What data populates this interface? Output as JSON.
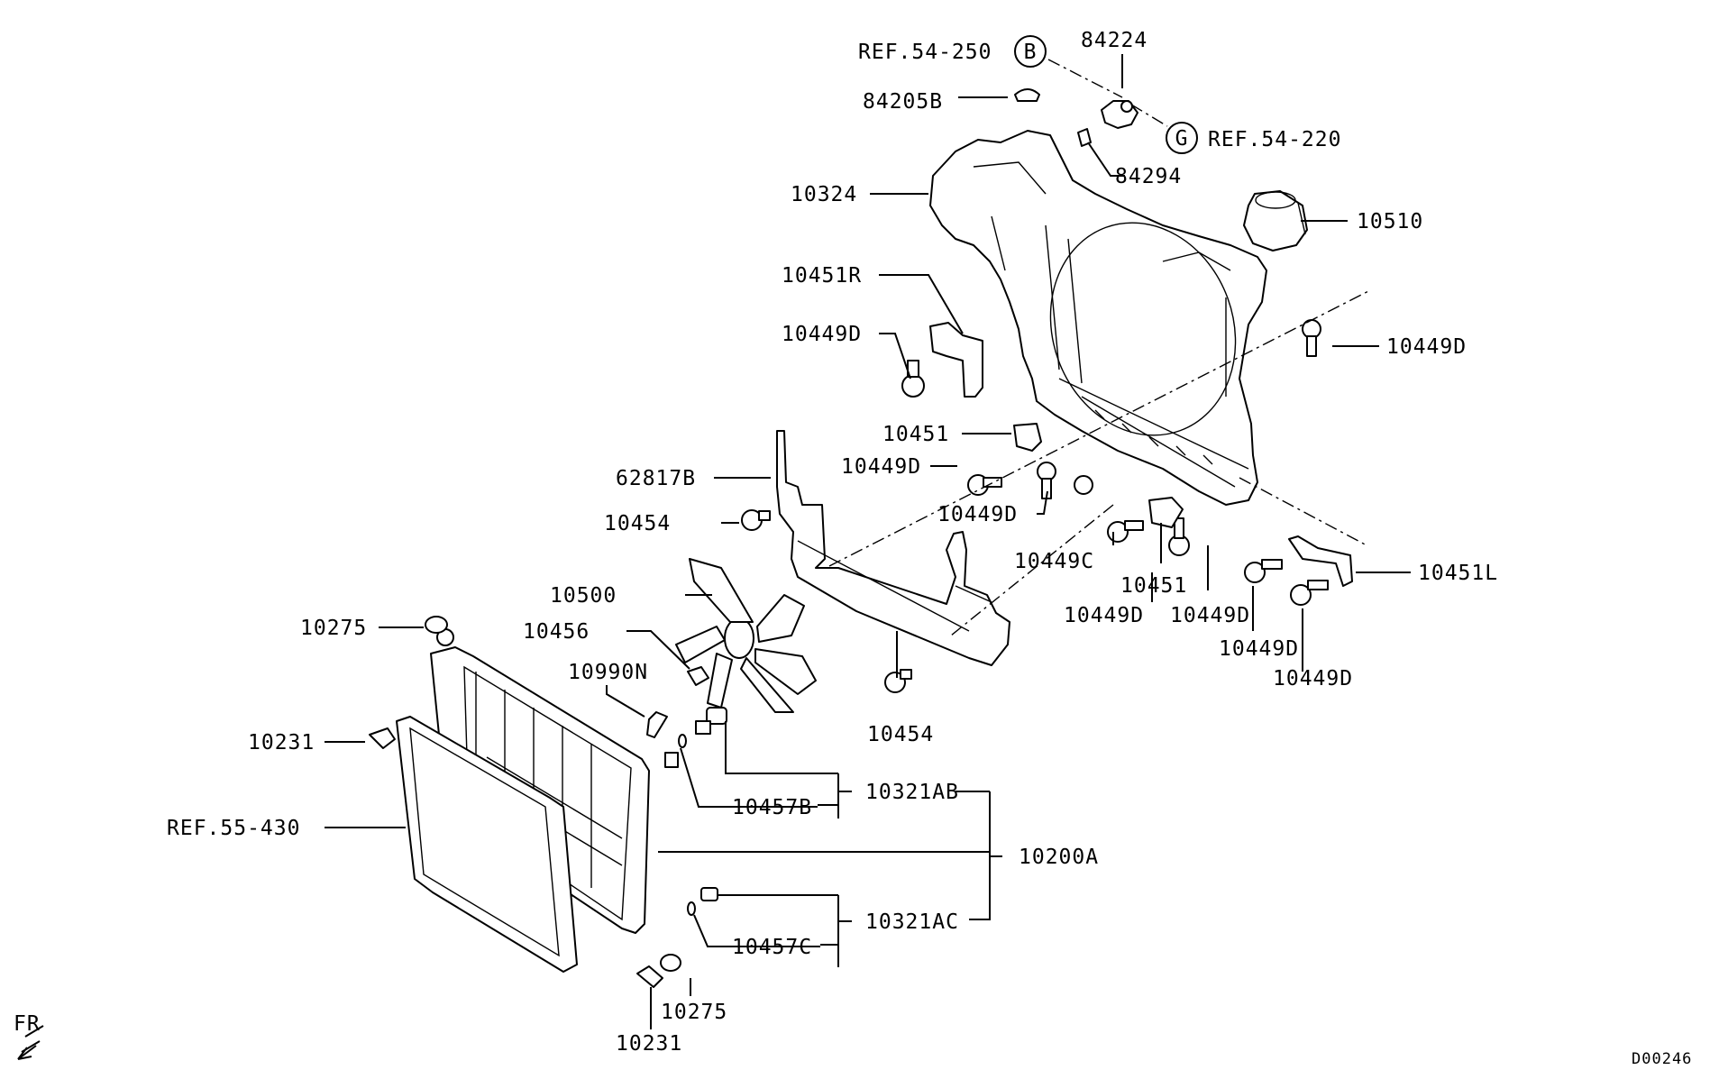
{
  "callouts": {
    "p84224": "84224",
    "ref_54_250": "REF.54-250",
    "circle_b": "B",
    "p84205b": "84205B",
    "circle_g": "G",
    "ref_54_220": "REF.54-220",
    "p84294": "84294",
    "p10324": "10324",
    "p10510": "10510",
    "p10451r": "10451R",
    "p10449d_a": "10449D",
    "p10449d_b": "10449D",
    "p10451_a": "10451",
    "p10449d_c": "10449D",
    "p62817b": "62817B",
    "p10449d_d": "10449D",
    "p10454_a": "10454",
    "p10449c": "10449C",
    "p10451_b": "10451",
    "p10451l": "10451L",
    "p10500": "10500",
    "p10449d_e": "10449D",
    "p10449d_f": "10449D",
    "p10449d_g": "10449D",
    "p10449d_h": "10449D",
    "p10275_a": "10275",
    "p10456": "10456",
    "p10990n": "10990N",
    "p10454_b": "10454",
    "p10231_a": "10231",
    "p10457b": "10457B",
    "p10321ab": "10321AB",
    "ref_55_430": "REF.55-430",
    "p10200a": "10200A",
    "p10321ac": "10321AC",
    "p10457c": "10457C",
    "p10275_b": "10275",
    "p10231_b": "10231"
  },
  "orientation_label": "FR",
  "diagram_code": "D00246"
}
